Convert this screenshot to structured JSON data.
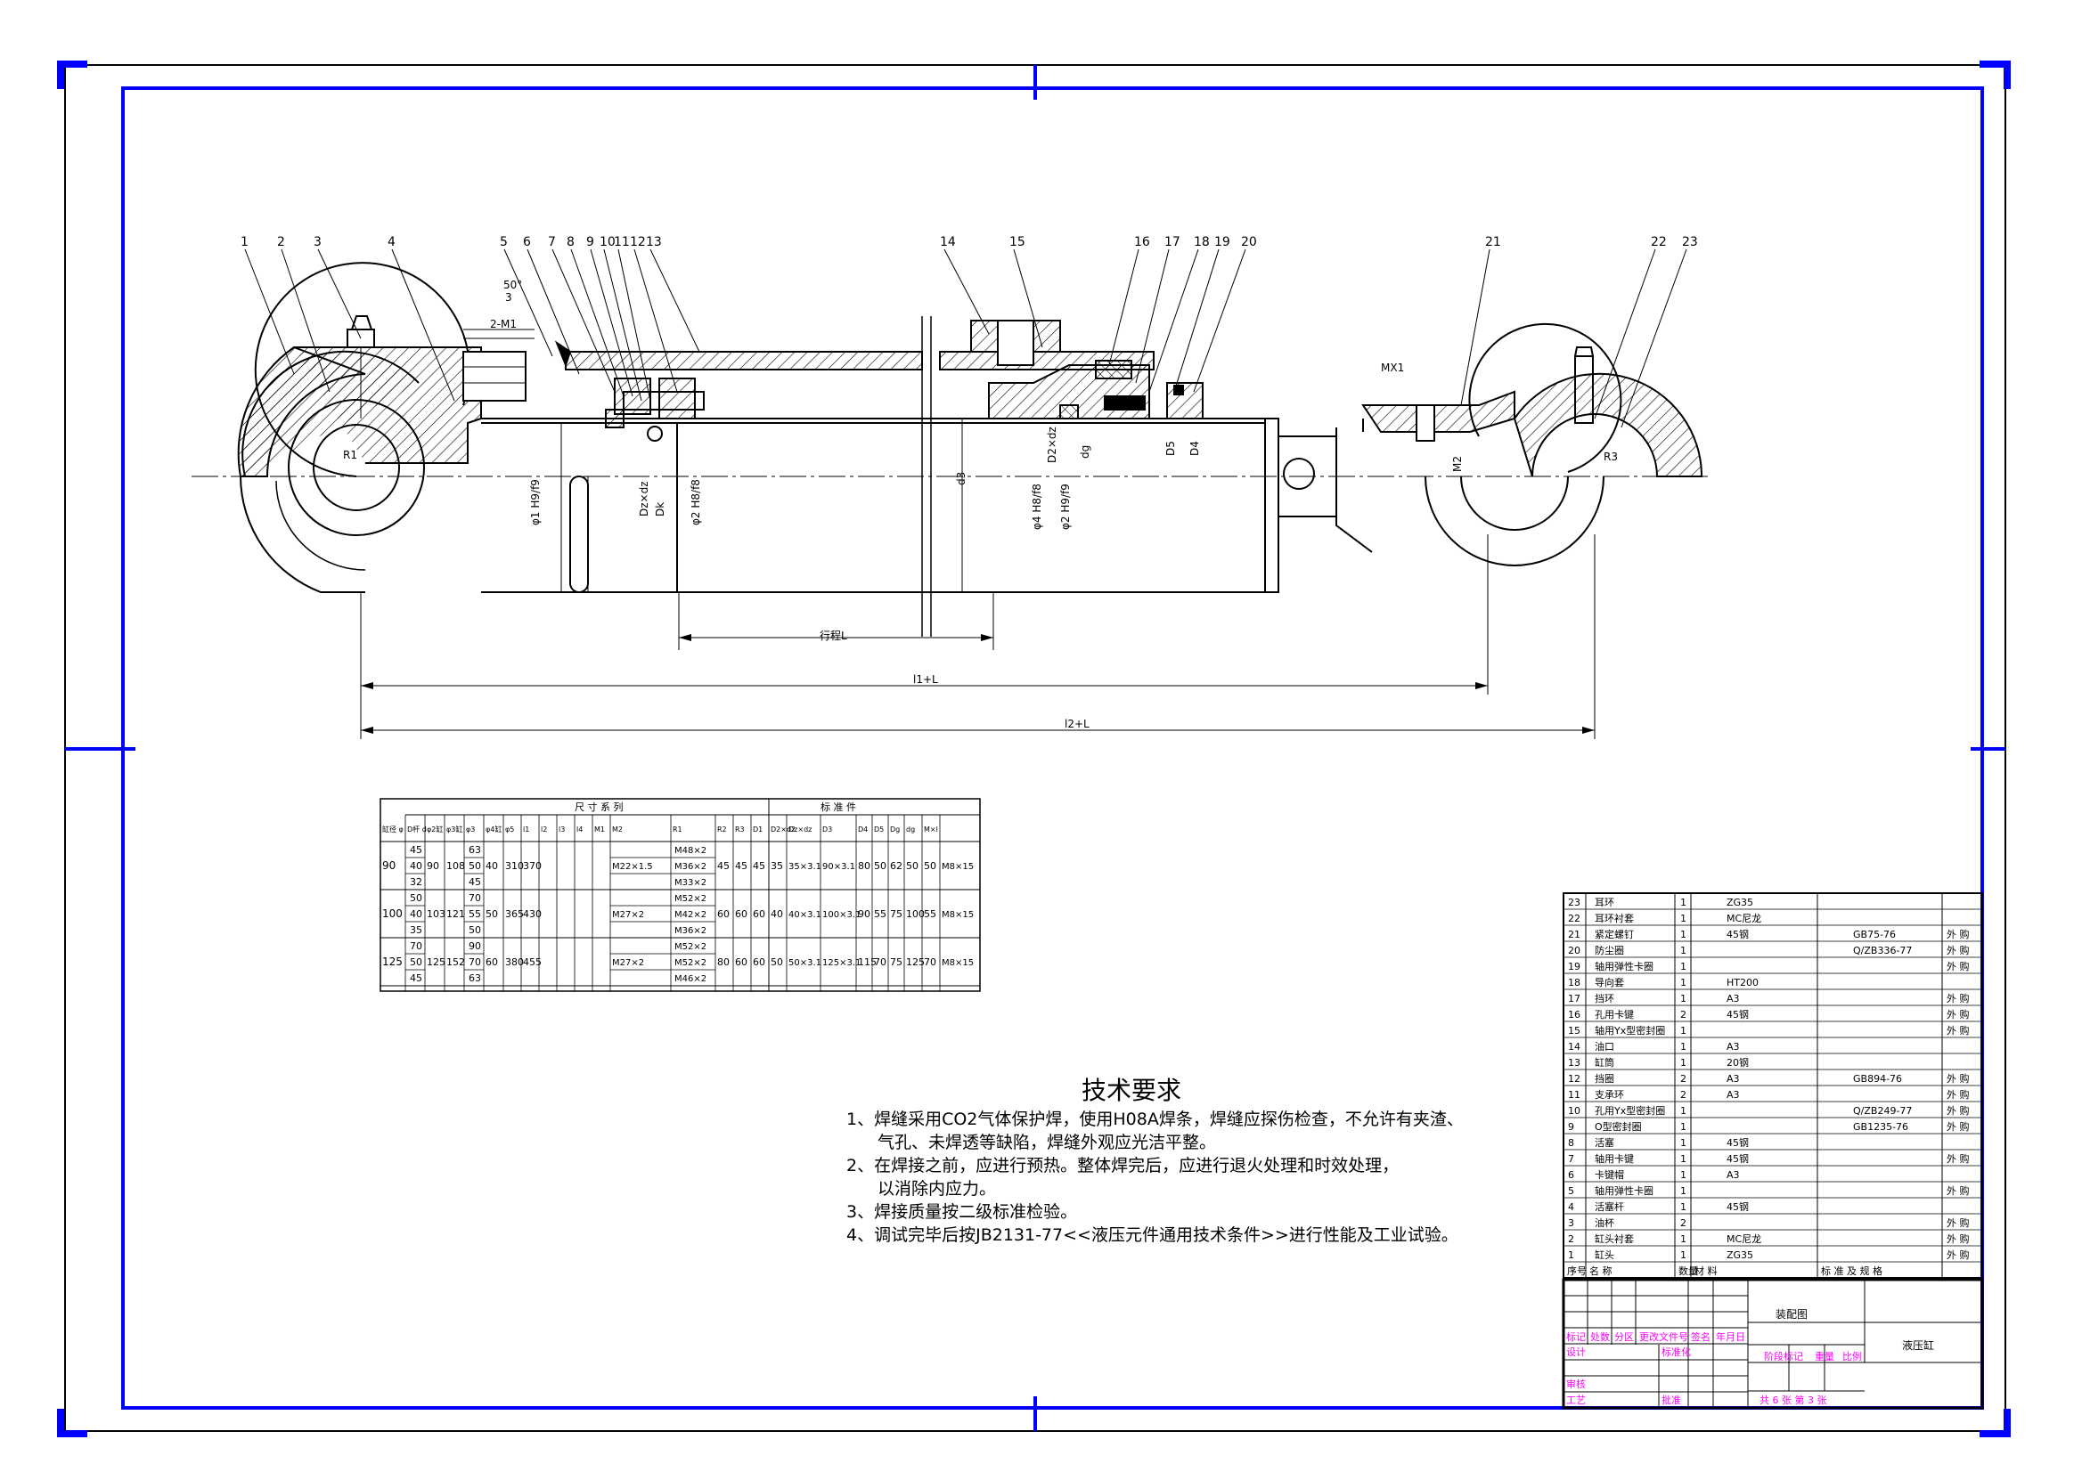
{
  "balloons": [
    "1",
    "2",
    "3",
    "4",
    "5",
    "6",
    "7",
    "8",
    "9",
    "10",
    "11",
    "12",
    "13",
    "14",
    "15",
    "16",
    "17",
    "18",
    "19",
    "20",
    "21",
    "22",
    "23"
  ],
  "drawing_labels": {
    "stroke_label": "行程L",
    "l1": "l1+L",
    "l2": "l2+L",
    "weld": "50°",
    "weld_num": "3",
    "m1": "2-M1",
    "mx1": "MX1",
    "r1": "R1",
    "r3": "R3",
    "m2": "M2",
    "d3": "d3",
    "d2xdz": "D2×dz",
    "dg": "dg",
    "d5": "D5",
    "d4": "D4",
    "dzxdz": "Dz×dz",
    "dk": "Dk",
    "fit1": "φ1 H9/f9",
    "fit2": "φ2 H8/f8",
    "fit3": "φ4 H8/f8",
    "fit4": "φ2 H9/f9"
  },
  "dim_table": {
    "group_size": "尺  寸  系  列",
    "group_std": "标  准  件",
    "headers": [
      "缸径 φ",
      "D杆 d",
      "φ2缸",
      "φ3缸",
      "φ3",
      "φ4缸",
      "φ5",
      "l1",
      "l2",
      "l3",
      "l4",
      "M1",
      "M2",
      "R1",
      "R2",
      "R3",
      "D1",
      "D2×d2",
      "Dz×dz",
      "D3",
      "D4",
      "D5",
      "Dg",
      "dg",
      "M×l"
    ],
    "rows": [
      {
        "bore": "90",
        "rods": [
          "45",
          "40",
          "32"
        ],
        "phi2": "90",
        "phi3": "108",
        "phi4": [
          "63",
          "50",
          "45"
        ],
        "phi5": "40",
        "l1": "310",
        "l2": "370",
        "m1": "M22×1.5",
        "m2": [
          "M48×2",
          "M36×2",
          "M33×2"
        ],
        "r1": "45",
        "r2": "45",
        "r3": "45",
        "d1": "35",
        "d2": "35×3.1",
        "dz": "90×3.1",
        "d3": "80",
        "d4": "50",
        "d5": "62",
        "dgc": "50",
        "dg": "50",
        "ml": "M8×15"
      },
      {
        "bore": "100",
        "rods": [
          "50",
          "40",
          "35"
        ],
        "phi2": "103",
        "phi3": "121",
        "phi4": [
          "70",
          "55",
          "50"
        ],
        "phi5": "50",
        "l1": "365",
        "l2": "430",
        "m1": "M27×2",
        "m2": [
          "M52×2",
          "M42×2",
          "M36×2"
        ],
        "r1": "60",
        "r2": "60",
        "r3": "60",
        "d1": "40",
        "d2": "40×3.1",
        "dz": "100×3.1",
        "d3": "90",
        "d4": "55",
        "d5": "75",
        "dgc": "100",
        "dg": "55",
        "ml": "M8×15"
      },
      {
        "bore": "125",
        "rods": [
          "70",
          "50",
          "45"
        ],
        "phi2": "125",
        "phi3": "152",
        "phi4": [
          "90",
          "70",
          "63"
        ],
        "phi5": "60",
        "l1": "380",
        "l2": "455",
        "m1": "M27×2",
        "m2": [
          "M52×2",
          "M52×2",
          "M46×2"
        ],
        "r1": "80",
        "r2": "60",
        "r3": "60",
        "d1": "50",
        "d2": "50×3.1",
        "dz": "125×3.1",
        "d3": "115",
        "d4": "70",
        "d5": "75",
        "dgc": "125",
        "dg": "70",
        "ml": "M8×15"
      }
    ]
  },
  "tech": {
    "title": "技术要求",
    "lines": [
      "1、焊缝采用CO2气体保护焊，使用H08A焊条，焊缝应探伤检查，不允许有夹渣、",
      "气孔、未焊透等缺陷，焊缝外观应光洁平整。",
      "2、在焊接之前，应进行预热。整体焊完后，应进行退火处理和时效处理，",
      "以消除内应力。",
      "3、焊接质量按二级标准检验。",
      "4、调试完毕后按JB2131-77<<液压元件通用技术条件>>进行性能及工业试验。"
    ]
  },
  "bom": {
    "rows": [
      {
        "no": "23",
        "name": "耳环",
        "qty": "1",
        "mat": "ZG35",
        "std": "",
        "note": ""
      },
      {
        "no": "22",
        "name": "耳环衬套",
        "qty": "1",
        "mat": "MC尼龙",
        "std": "",
        "note": ""
      },
      {
        "no": "21",
        "name": "紧定螺钉",
        "qty": "1",
        "mat": "45钢",
        "std": "GB75-76",
        "note": "外 购"
      },
      {
        "no": "20",
        "name": "防尘圈",
        "qty": "1",
        "mat": "",
        "std": "Q/ZB336-77",
        "note": "外 购"
      },
      {
        "no": "19",
        "name": "轴用弹性卡圈",
        "qty": "1",
        "mat": "",
        "std": "",
        "note": "外 购"
      },
      {
        "no": "18",
        "name": "导向套",
        "qty": "1",
        "mat": "HT200",
        "std": "",
        "note": ""
      },
      {
        "no": "17",
        "name": "挡环",
        "qty": "1",
        "mat": "A3",
        "std": "",
        "note": "外 购"
      },
      {
        "no": "16",
        "name": "孔用卡键",
        "qty": "2",
        "mat": "45钢",
        "std": "",
        "note": "外 购"
      },
      {
        "no": "15",
        "name": "轴用Yx型密封圈",
        "qty": "1",
        "mat": "",
        "std": "",
        "note": "外 购"
      },
      {
        "no": "14",
        "name": "油口",
        "qty": "1",
        "mat": "A3",
        "std": "",
        "note": ""
      },
      {
        "no": "13",
        "name": "缸筒",
        "qty": "1",
        "mat": "20钢",
        "std": "",
        "note": ""
      },
      {
        "no": "12",
        "name": "挡圈",
        "qty": "2",
        "mat": "A3",
        "std": "GB894-76",
        "note": "外 购"
      },
      {
        "no": "11",
        "name": "支承环",
        "qty": "2",
        "mat": "A3",
        "std": "",
        "note": "外 购"
      },
      {
        "no": "10",
        "name": "孔用Yx型密封圈",
        "qty": "1",
        "mat": "",
        "std": "Q/ZB249-77",
        "note": "外 购"
      },
      {
        "no": "9",
        "name": "O型密封圈",
        "qty": "1",
        "mat": "",
        "std": "GB1235-76",
        "note": "外 购"
      },
      {
        "no": "8",
        "name": "活塞",
        "qty": "1",
        "mat": "45钢",
        "std": "",
        "note": ""
      },
      {
        "no": "7",
        "name": "轴用卡键",
        "qty": "1",
        "mat": "45钢",
        "std": "",
        "note": "外 购"
      },
      {
        "no": "6",
        "name": "卡键帽",
        "qty": "1",
        "mat": "A3",
        "std": "",
        "note": ""
      },
      {
        "no": "5",
        "name": "轴用弹性卡圈",
        "qty": "1",
        "mat": "",
        "std": "",
        "note": "外 购"
      },
      {
        "no": "4",
        "name": "活塞杆",
        "qty": "1",
        "mat": "45钢",
        "std": "",
        "note": ""
      },
      {
        "no": "3",
        "name": "油杯",
        "qty": "2",
        "mat": "",
        "std": "",
        "note": "外 购"
      },
      {
        "no": "2",
        "name": "缸头衬套",
        "qty": "1",
        "mat": "MC尼龙",
        "std": "",
        "note": "外 购"
      },
      {
        "no": "1",
        "name": "缸头",
        "qty": "1",
        "mat": "ZG35",
        "std": "",
        "note": "外 购"
      }
    ],
    "header": {
      "no": "序号",
      "name": "名  称",
      "qty": "数量",
      "mat": "材    料",
      "std": "标 准 及 规 格",
      "note": ""
    }
  },
  "title_block": {
    "drawing_type": "装配图",
    "product": "液压缸",
    "labels": [
      "标记",
      "处数",
      "分区",
      "更改文件号",
      "签名",
      "年月日"
    ],
    "design": "设计",
    "standard": "标准化",
    "stage": "阶段标记",
    "weight": "重量",
    "scale": "比例",
    "check": "审核",
    "process": "工艺",
    "approve": "批准",
    "sheets": "共 6 张  第 3 张"
  },
  "colors": {
    "frame": "#0000ff",
    "line": "#000000",
    "hatch": "#000000",
    "magenta": "#ff00ff"
  }
}
